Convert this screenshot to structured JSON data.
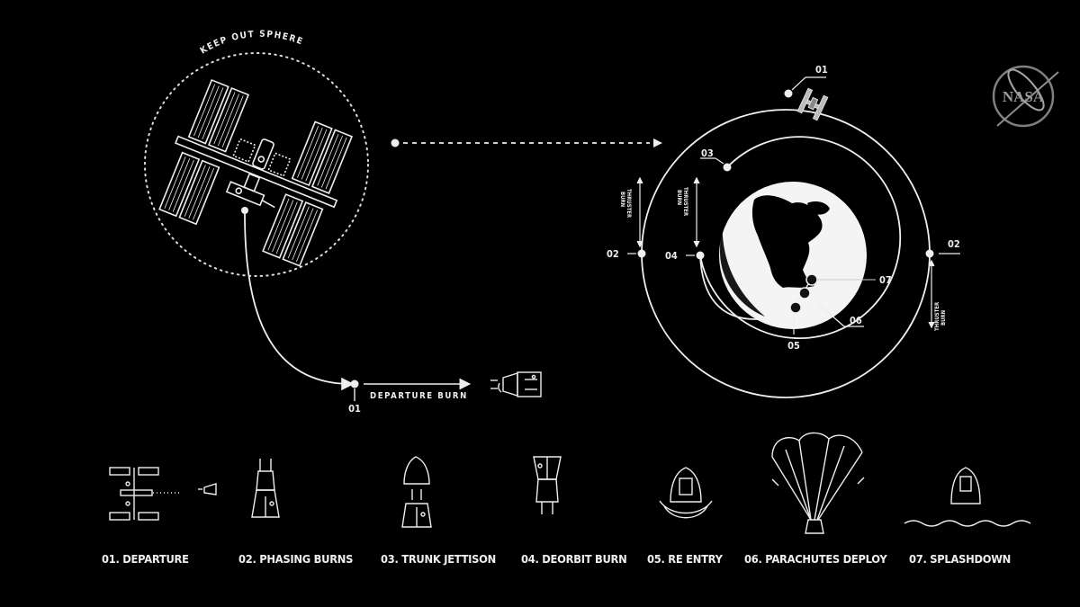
{
  "diagram": {
    "keep_out_label": "KEEP OUT SPHERE",
    "departure_burn_label": "DEPARTURE BURN",
    "departure_marker": "01",
    "thruster_burn_line1": "THRUSTER",
    "thruster_burn_line2": "BURN",
    "orbit_markers": {
      "m01": "01",
      "m02_left": "02",
      "m02_right": "02",
      "m03": "03",
      "m04": "04",
      "m05": "05",
      "m06": "06",
      "m07": "07"
    },
    "logo": "NASA"
  },
  "steps": [
    {
      "label": "01. DEPARTURE"
    },
    {
      "label": "02. PHASING BURNS"
    },
    {
      "label": "03. TRUNK JETTISON"
    },
    {
      "label": "04. DEORBIT BURN"
    },
    {
      "label": "05. RE ENTRY"
    },
    {
      "label": "06. PARACHUTES DEPLOY"
    },
    {
      "label": "07. SPLASHDOWN"
    }
  ],
  "colors": {
    "background": "#000000",
    "line": "#f2f2f2"
  }
}
